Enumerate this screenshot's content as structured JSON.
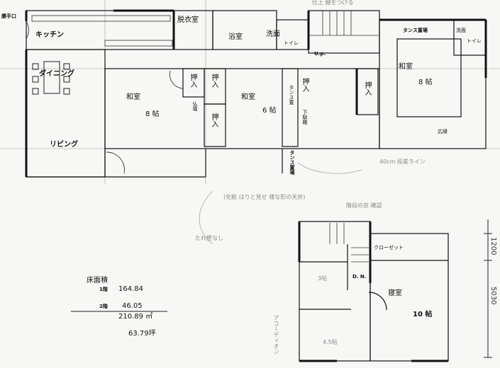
{
  "floor1": {
    "kitchen_door": "勝手口",
    "kitchen": "キッチン",
    "dressing": "脱衣室",
    "bath": "浴室",
    "washroom": "洗面",
    "toilet": "トイレ",
    "stairs_up": "U.p.",
    "storage_top": "タンス置場",
    "washroom_right": "洗面",
    "toilet_right": "トイレ",
    "dining": "ダイニング",
    "living": "リビング",
    "washitsu_left": {
      "name": "和室",
      "size": "8 帖"
    },
    "washitsu_mid": {
      "name": "和室",
      "size": "6 帖"
    },
    "washitsu_right": {
      "name": "和室",
      "size": "8 帖"
    },
    "closet": "押入",
    "butsudan": "仏壇",
    "tansu": "タンス置",
    "getabako": "下駄箱",
    "storage_bottom": "タンス置場",
    "engawa": "広縁",
    "step_line": "40cm 段差ライン"
  },
  "floor2": {
    "closet": "クローゼット",
    "down": "D. N.",
    "bedroom": "寝室",
    "bedroom_size": "10 帖",
    "room_small": "3帖",
    "room_mid": "4.5帖",
    "window_note": "階段の窓 確認",
    "dim_1": "1200",
    "dim_2": "5030"
  },
  "area": {
    "title": "床面積",
    "floor1_label": "1階",
    "floor1_value": "164.84",
    "floor2_label": "2階",
    "floor2_value": "46.05",
    "total": "210.89 ㎡",
    "tsubo": "63.79坪"
  },
  "notes": {
    "note_top": "仕上 棚をつける",
    "note_mid": "(化粧 はりと見せ 様な形の天井)",
    "note_left": "たれ壁なし",
    "note_bottom": "アコーディオン"
  }
}
